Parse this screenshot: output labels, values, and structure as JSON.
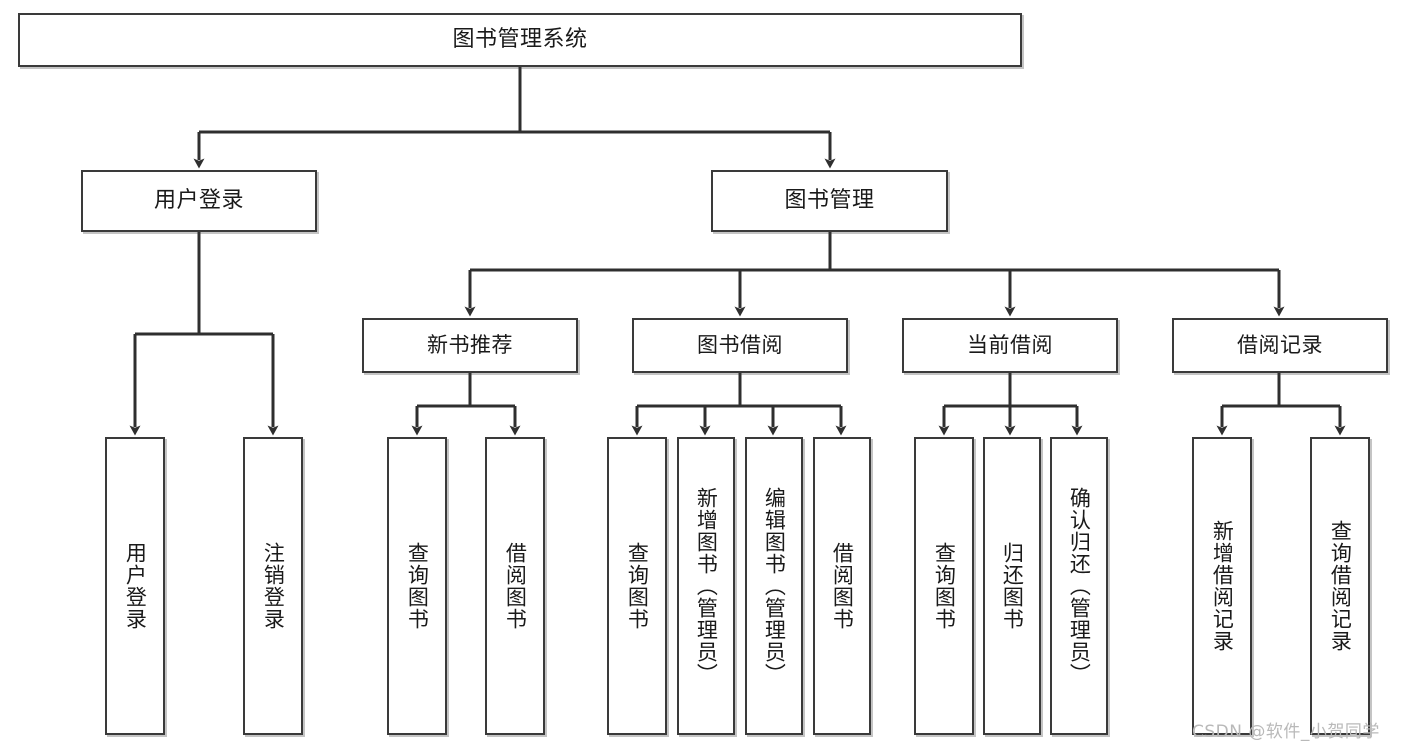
{
  "diagram": {
    "title": "图书管理系统",
    "root": {
      "label": "图书管理系统"
    },
    "level2": [
      {
        "label": "用户登录"
      },
      {
        "label": "图书管理"
      }
    ],
    "level3": [
      {
        "label": "新书推荐"
      },
      {
        "label": "图书借阅"
      },
      {
        "label": "当前借阅"
      },
      {
        "label": "借阅记录"
      }
    ],
    "leaves": {
      "user_login": [
        {
          "label": "用户登录"
        },
        {
          "label": "注销登录"
        }
      ],
      "new_book_recommend": [
        {
          "label": "查询图书"
        },
        {
          "label": "借阅图书"
        }
      ],
      "book_borrow": [
        {
          "label": "查询图书"
        },
        {
          "label": "新增图书（管理员）"
        },
        {
          "label": "编辑图书（管理员）"
        },
        {
          "label": "借阅图书"
        }
      ],
      "current_borrow": [
        {
          "label": "查询图书"
        },
        {
          "label": "归还图书"
        },
        {
          "label": "确认归还（管理员）"
        }
      ],
      "borrow_record": [
        {
          "label": "新增借阅记录"
        },
        {
          "label": "查询借阅记录"
        }
      ]
    }
  },
  "watermark": {
    "text": "CSDN @软件_小贺同学"
  },
  "colors": {
    "border": "#3a3a3a",
    "text": "#1a1a1a",
    "background": "#ffffff",
    "watermark": "#b9b9b9"
  }
}
